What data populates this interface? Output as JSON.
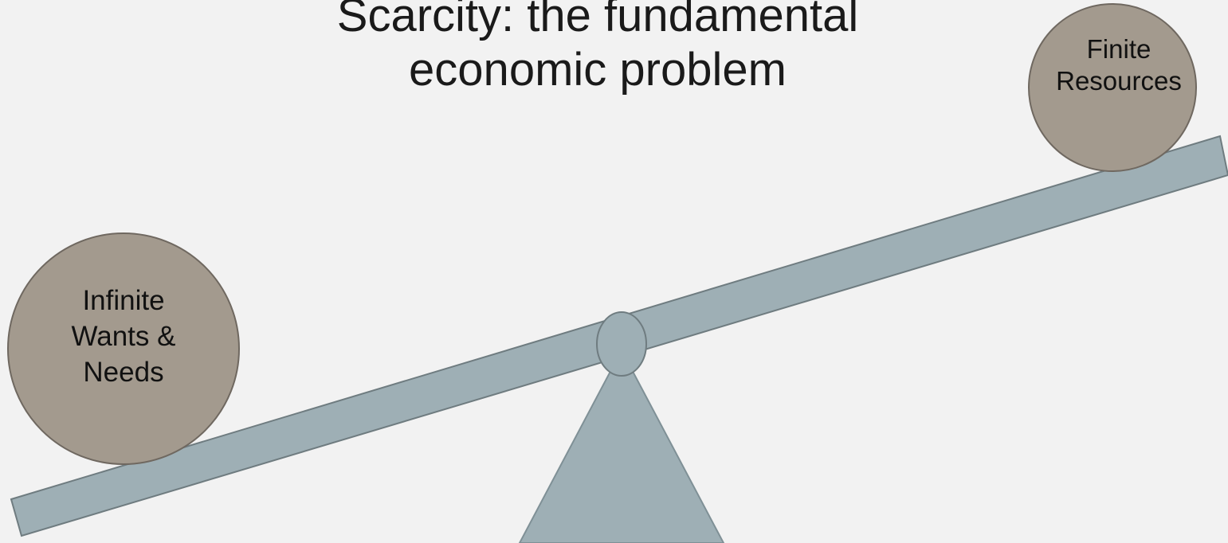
{
  "title": {
    "line1": "Scarcity:  the fundamental",
    "line2": "economic problem"
  },
  "left_ball": {
    "line1": "Infinite",
    "line2": "Wants &",
    "line3": "Needs"
  },
  "right_ball": {
    "line1": "Finite",
    "line2": "Resources"
  },
  "colors": {
    "background": "#f2f2f2",
    "beam": "#9eafb5",
    "ball": "#a39a8e",
    "outline": "#6f7c80",
    "text": "#111111"
  }
}
